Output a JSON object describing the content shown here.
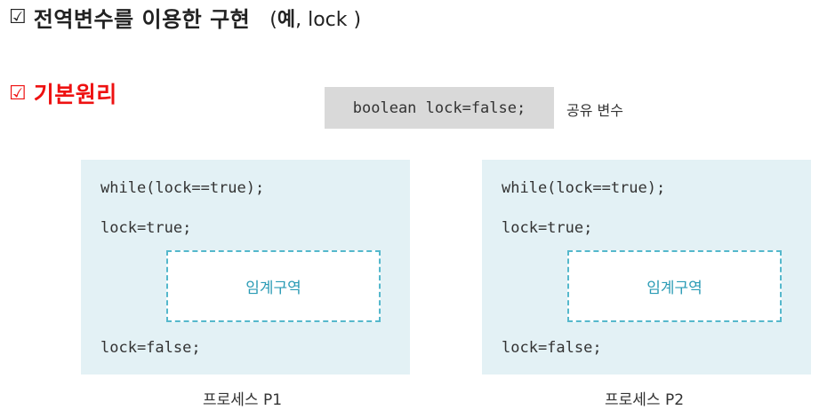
{
  "headings": {
    "first": {
      "check": "☑",
      "title": "전역변수를 이용한 구현",
      "note_prefix": "(",
      "note_bold": "예",
      "note_rest": ", lock )"
    },
    "second": {
      "check": "☑",
      "title": "기본원리"
    }
  },
  "shared_variable": {
    "code": "boolean lock=false;",
    "label": "공유 변수"
  },
  "processes": [
    {
      "while_line": "while(lock==true);",
      "set_true_line": "lock=true;",
      "critical_section": "임계구역",
      "set_false_line": "lock=false;",
      "caption": "프로세스 P1"
    },
    {
      "while_line": "while(lock==true);",
      "set_true_line": "lock=true;",
      "critical_section": "임계구역",
      "set_false_line": "lock=false;",
      "caption": "프로세스 P2"
    }
  ],
  "colors": {
    "heading_red": "#ee1111",
    "panel_bg": "#e3f1f5",
    "critical_border": "#55b8cc",
    "critical_text": "#2a9bb5",
    "shared_bg": "#d9d9d9"
  }
}
